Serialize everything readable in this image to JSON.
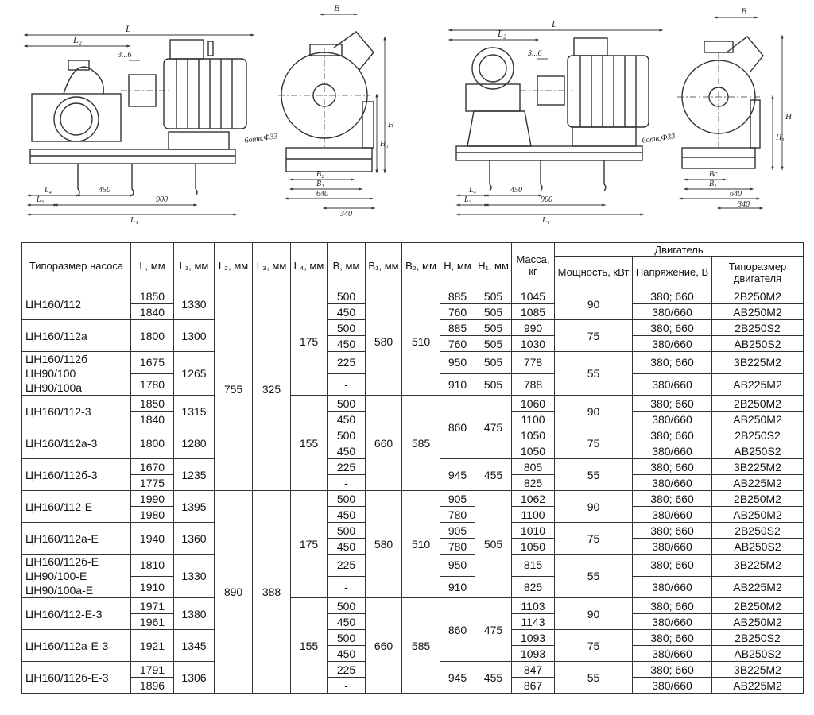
{
  "drawing_labels": {
    "L": "L",
    "L1": "L₁",
    "L2": "L₂",
    "L3": "L₃",
    "L4": "L₄",
    "B": "B",
    "B1": "B₁",
    "B2": "B₂",
    "Bc": "Bс",
    "H": "H",
    "H1": "H₁",
    "gap": "3...6",
    "hole": "6отв.Ф33",
    "d450": "450",
    "d900": "900",
    "d640": "640",
    "d340": "340"
  },
  "table": {
    "headers": {
      "pump": "Типоразмер насоса",
      "L": "L, мм",
      "L1": "L₁, мм",
      "L2": "L₂, мм",
      "L3": "L₃, мм",
      "L4": "L₄, мм",
      "B": "B, мм",
      "B1": "B₁, мм",
      "B2": "B₂, мм",
      "H": "H, мм",
      "H1": "H₁, мм",
      "mass": "Масса, кг",
      "motor": "Двигатель",
      "power": "Мощность, кВт",
      "voltage": "Напряжение, В",
      "motor_type": "Типоразмер двигателя"
    },
    "pump_names": [
      "ЦН160/112",
      "ЦН160/112а",
      "ЦН160/112б\nЦН90/100\nЦН90/100а",
      "ЦН160/112-3",
      "ЦН160/112а-3",
      "ЦН160/112б-3",
      "ЦН160/112-Е",
      "ЦН160/112а-Е",
      "ЦН160/112б-Е\nЦН90/100-Е\nЦН90/100а-Е",
      "ЦН160/112-Е-3",
      "ЦН160/112а-Е-3",
      "ЦН160/112б-Е-3"
    ],
    "L_vals": [
      "1850",
      "1840",
      "1800",
      "1675",
      "1780",
      "1850",
      "1840",
      "1800",
      "1670",
      "1775",
      "1990",
      "1980",
      "1940",
      "1810",
      "1910",
      "1971",
      "1961",
      "1921",
      "1791",
      "1896"
    ],
    "L1_vals": [
      "1330",
      "1300",
      "1265",
      "1315",
      "1280",
      "1235",
      "1395",
      "1360",
      "1330",
      "1380",
      "1345",
      "1306"
    ],
    "L2_vals": [
      "755",
      "890"
    ],
    "L3_vals": [
      "325",
      "388"
    ],
    "L4_vals": [
      "175",
      "155",
      "175",
      "155"
    ],
    "B_vals": [
      "500",
      "450",
      "500",
      "450",
      "225",
      "-",
      "500",
      "450",
      "500",
      "450",
      "225",
      "-",
      "500",
      "450",
      "500",
      "450",
      "225",
      "-",
      "500",
      "450",
      "500",
      "450",
      "225",
      "-"
    ],
    "B1_vals": [
      "580",
      "660",
      "580",
      "660"
    ],
    "B2_vals": [
      "510",
      "585",
      "510",
      "585"
    ],
    "H_vals": [
      "885",
      "760",
      "885",
      "760",
      "950",
      "910",
      "860",
      "945",
      "905",
      "780",
      "905",
      "780",
      "950",
      "910",
      "860",
      "945"
    ],
    "H1_vals": [
      "505",
      "505",
      "505",
      "505",
      "505",
      "505",
      "475",
      "455",
      "505",
      "475",
      "455"
    ],
    "mass_vals": [
      "1045",
      "1085",
      "990",
      "1030",
      "778",
      "788",
      "1060",
      "1100",
      "1050",
      "1050",
      "805",
      "825",
      "1062",
      "1100",
      "1010",
      "1050",
      "815",
      "825",
      "1103",
      "1143",
      "1093",
      "1093",
      "847",
      "867"
    ],
    "power_vals": [
      "90",
      "75",
      "55",
      "90",
      "75",
      "55",
      "90",
      "75",
      "55",
      "90",
      "75",
      "55"
    ],
    "voltage_vals": [
      "380; 660",
      "380/660",
      "380; 660",
      "380/660",
      "380; 660",
      "380/660",
      "380; 660",
      "380/660",
      "380; 660",
      "380/660",
      "380; 660",
      "380/660",
      "380; 660",
      "380/660",
      "380; 660",
      "380/660",
      "380; 660",
      "380/660",
      "380; 660",
      "380/660",
      "380; 660",
      "380/660",
      "380; 660",
      "380/660"
    ],
    "motor_type_vals": [
      "2В250М2",
      "АВ250М2",
      "2В250S2",
      "АВ250S2",
      "3В225М2",
      "АВ225М2",
      "2В250М2",
      "АВ250М2",
      "2В250S2",
      "АВ250S2",
      "3В225М2",
      "АВ225М2",
      "2В250М2",
      "АВ250М2",
      "2В250S2",
      "АВ250S2",
      "3В225М2",
      "АВ225М2",
      "2В250М2",
      "АВ250М2",
      "2В250S2",
      "АВ250S2",
      "3В225М2",
      "АВ225М2"
    ]
  }
}
